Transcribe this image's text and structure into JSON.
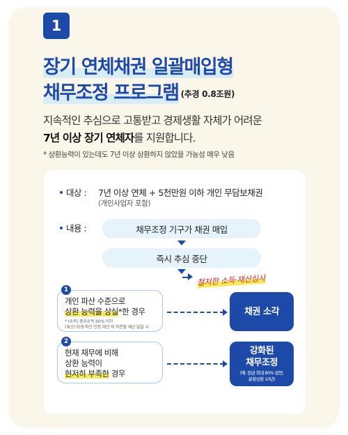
{
  "badge": "1",
  "title": {
    "line1": "장기 연체채권 일괄매입형",
    "line2": "채무조정 프로그램",
    "budget": "(추경 0.8조원)"
  },
  "description": {
    "line1": "지속적인 추심으로 고통받고 경제생활 자체가 어려운",
    "line2_bold": "7년 이상 장기 연체자",
    "line2_rest": "를 지원합니다.",
    "note": "* 상환능력이 있는데도 7년 이상 상환하지 않았을 가능성 매우 낮음"
  },
  "target": {
    "label": "대상 :",
    "text": "7년 이상 연체 + 5천만원 이하 개인 무담보채권",
    "sub": "(개인사업자 포함)"
  },
  "content": {
    "label": "내용 :",
    "step1": "채무조정 기구가 채권 매입",
    "step2": "즉시 추심 중단",
    "hand_note": "철저한 소득·재산심사"
  },
  "cases": [
    {
      "num": "1",
      "line1": "개인 파산 수준으로",
      "line2_hl": "상환 능력을 상실",
      "line2_rest": "*한 경우",
      "fine1": "* (소득) 중위소득 60% 이하",
      "fine2": "(재산) 회생·파산 인정 재산 외 처분할 재산 없을 시",
      "result": "채권 소각"
    },
    {
      "num": "2",
      "line1": "현재 채무에 비해",
      "line2": "상환 능력이",
      "line3_hl": "현저히 부족한",
      "line3_rest": " 경우",
      "result_line1": "강화된",
      "result_line2": "채무조정",
      "result_sub1": "(예: 원금 최대 80% 감면,",
      "result_sub2": "분할상환 10년)"
    }
  ],
  "colors": {
    "primary": "#1d4aa8",
    "background": "#faf6ea",
    "pill": "#e6f3fa",
    "highlight": "#f5ea5a",
    "hand_note": "#d62a2a"
  }
}
